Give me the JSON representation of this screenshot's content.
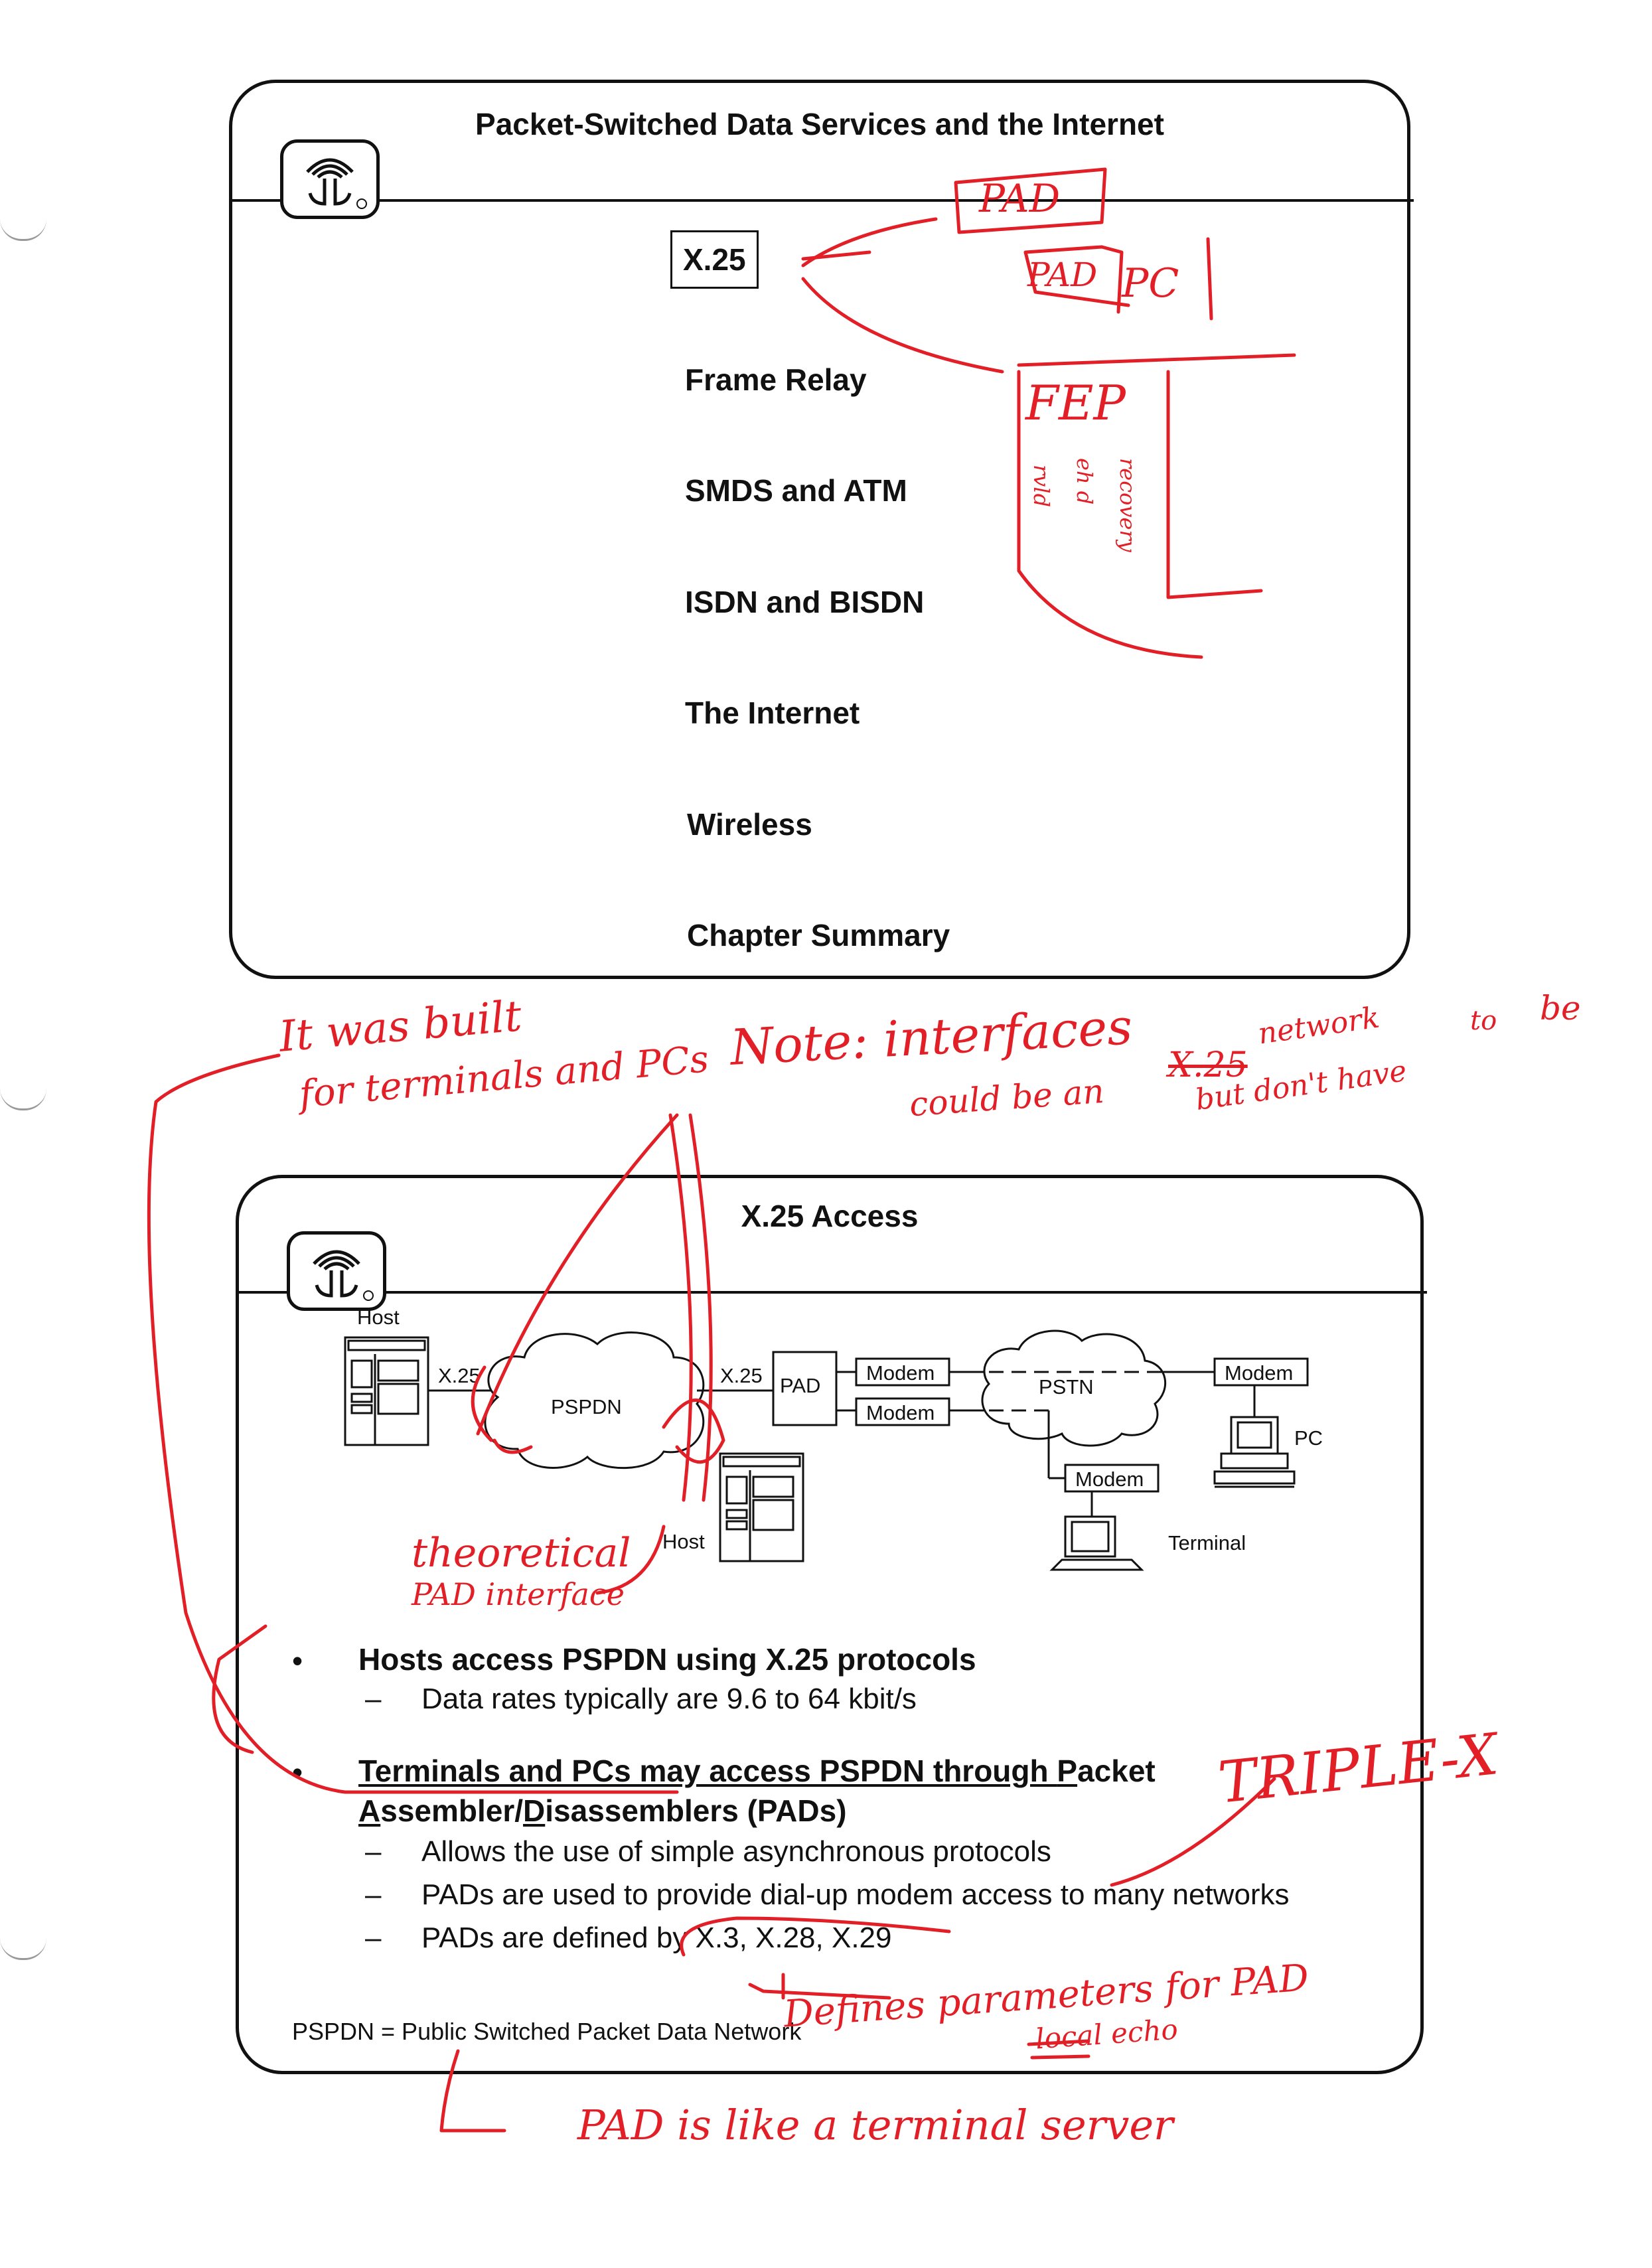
{
  "slide1": {
    "title": "Packet-Switched Data Services and the Internet",
    "items": [
      {
        "label": "X.25",
        "selected": true
      },
      {
        "label": "Frame Relay"
      },
      {
        "label": "SMDS and ATM"
      },
      {
        "label": "ISDN and BISDN"
      },
      {
        "label": "The Internet"
      },
      {
        "label": "Wireless"
      },
      {
        "label": "Chapter Summary"
      }
    ]
  },
  "slide2": {
    "title": "X.25 Access",
    "diagram": {
      "host_top": "Host",
      "x25_left": "X.25",
      "pspdn": "PSPDN",
      "x25_right": "X.25",
      "pad": "PAD",
      "modem_a": "Modem",
      "modem_b": "Modem",
      "pstn": "PSTN",
      "modem_pc": "Modem",
      "pc": "PC",
      "modem_term": "Modem",
      "terminal": "Terminal",
      "host_bottom": "Host"
    },
    "bullets": [
      {
        "text": "Hosts access PSPDN using X.25 protocols",
        "sub": [
          "Data rates typically are 9.6 to 64 kbit/s"
        ]
      },
      {
        "line1_pre": "Terminals and PCs may access PSPDN through ",
        "line1_u": "P",
        "line1_post": "acket",
        "line2_u1": "A",
        "line2_mid": "ssembler/",
        "line2_u2": "D",
        "line2_post": "isassemblers (PADs)",
        "sub": [
          "Allows the use of simple asynchronous protocols",
          "PADs are used to provide dial-up modem access to many networks",
          "PADs are defined by X.3, X.28, X.29"
        ]
      }
    ],
    "footnote": "PSPDN = Public Switched Packet Data Network"
  },
  "annotations": {
    "pad_box": "PAD",
    "pad": "PAD",
    "pc": "PC",
    "fep": "FEP",
    "fep_left": "rvld",
    "fep_mid": "eh d",
    "fep_right": "recovery",
    "built_line1": "It was built",
    "built_line2": "for terminals and PCs",
    "note": "Note: interfaces",
    "note_line2a": "could be an",
    "note_x25": "X.25",
    "note_line1b": "network",
    "note_line2b": "but don't have",
    "note_to": "to",
    "note_be": "be",
    "theoretical1": "theoretical",
    "theoretical2": "PAD interface",
    "triple_x": "TRIPLE-X",
    "defines": "Defines parameters for PAD",
    "local_echo": "local echo",
    "pad_terminal": "PAD is like a terminal server"
  }
}
